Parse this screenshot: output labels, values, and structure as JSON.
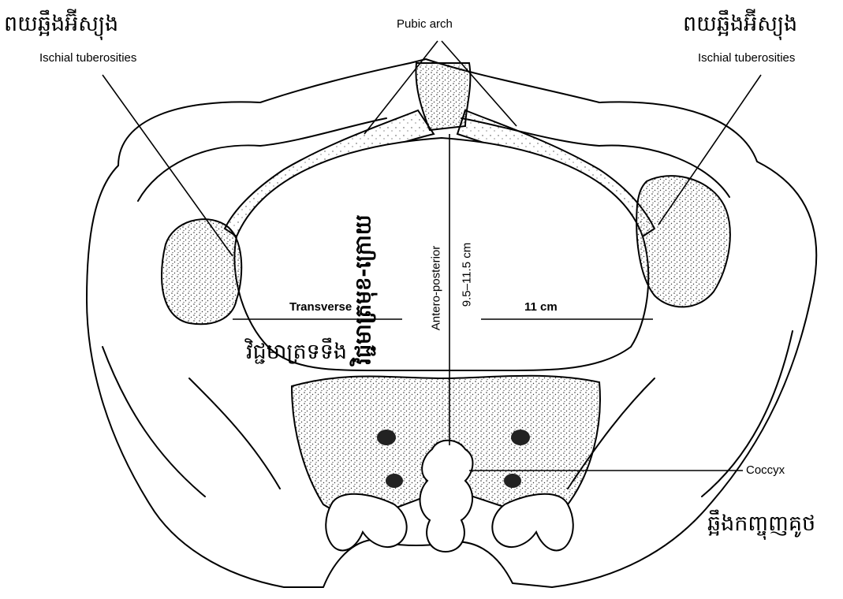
{
  "labels": {
    "ischial_left_km": "ពយឆ្អឹងអ៊ីស្យុង",
    "ischial_right_km": "ពយឆ្អឹងអ៊ីស្យុង",
    "ischial_left_en": "Ischial tuberosities",
    "ischial_right_en": "Ischial tuberosities",
    "pubic_arch": "Pubic arch",
    "transverse": "Transverse",
    "transverse_km": "វិជ្ជមាត្រទទឹង",
    "transverse_measure": "11 cm",
    "ap_km": "វិជ្ជមាត្រមុខ-ក្រោយ",
    "antero_posterior": "Antero-posterior",
    "ap_measure": "9.5–11.5 cm",
    "coccyx": "Coccyx",
    "coccyx_km": "ឆ្អឹងកញ្ចុញគូថ"
  },
  "colors": {
    "line": "#000000",
    "stipple": "#333333",
    "background": "#ffffff"
  }
}
